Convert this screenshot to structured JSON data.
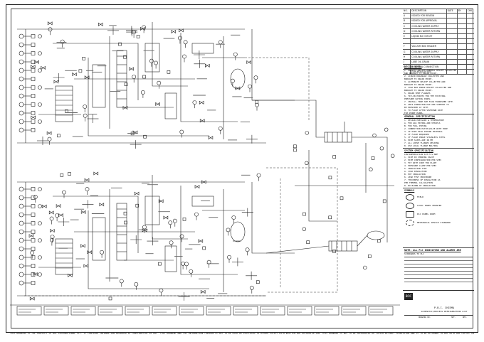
{
  "revisions": {
    "headers": [
      "NO.",
      "DESCRIPTION",
      "DATE",
      "BY",
      "CHK"
    ],
    "rows": [
      [
        "A",
        "ISSUED FOR REVIEW",
        "",
        "",
        ""
      ],
      [
        "B",
        "ISSUED FOR APPROVAL",
        "",
        "",
        ""
      ],
      [
        "C",
        "COOLING WATER SUPPLY",
        "",
        "",
        ""
      ],
      [
        "D",
        "COOLING WATER RETURN",
        "",
        "",
        ""
      ],
      [
        "E",
        "LIQUID N2 OUTLET",
        "",
        "",
        ""
      ],
      [
        "",
        "",
        "",
        "",
        ""
      ],
      [
        "F",
        "VACUUM BOX HEADER",
        "",
        "",
        ""
      ],
      [
        "G",
        "COOLING WATER SUPPLY",
        "",
        "",
        ""
      ],
      [
        "H",
        "COOLING WATER RETURN",
        "",
        "",
        ""
      ],
      [
        "J",
        "LUBE OIL DRAIN",
        "",
        "",
        ""
      ],
      [
        "K",
        "EXTERNAL CONNECTION",
        "",
        "",
        ""
      ],
      [
        "L",
        "FOR RESOLUTION",
        "",
        "",
        ""
      ]
    ]
  },
  "notes_design": {
    "title": "DESIGN NOTES",
    "lines": [
      "1. GRAVITY RELIEF/THERMAL RELIEF COLLECTED",
      "   AND BROUGHT TO DRAIN POINT.",
      "2. LIQUID DRAINAGE COLLECTED AND",
      "   BROUGHT TO DRAIN POINT.",
      "3. ALTERNATE RELIEF COLLECTED AND",
      "   BROUGHT TO DRAIN POINT.",
      "4. COLD BOX PURGE RELIEF COLLECTED AND",
      "   BROUGHT TO DRAIN POINT.",
      "5. DRAIN VENT FLANGES",
      "6. TIE-IN POINTS FOR THE EXISTING",
      "   PRESSURE RATING PANEL.",
      "7. INSTALL TRUE SEE FLOW FURNISHED SITE.",
      "8. ANTI-VIBRATION PAD AND SUPPORT TO",
      "   BE PROVIDED AT SITE.",
      "9. TO FLASH AFTER SHUTDOWN DATE",
      "   TIP POINT PANEL."
    ]
  },
  "notes_general": {
    "title": "GENERAL SPECIFICATION",
    "lines": [
      "1. DESIGN PRESSURE & TEMPERATURE",
      "   A. FOR GAS PIPING AND VESSELS",
      "   B. FOR FULL PIPING",
      "2. CONNECTION PATCH/VALVE WITH HOSE",
      "3. IF PIPE DIAG PIPING MATERIAL",
      "4. IF FLASH REQUIRED",
      "5. IF FLASH PURGE STAINLESS STEEL",
      "6. PIPE SIZES ARE IN MM",
      "7. ALL LOOSE FLANGES WELDING",
      "8. USE LOCAL FLANGE BOLTING"
    ]
  },
  "notes_system": {
    "title": "SYSTEM SPECIFICATION",
    "lines": [
      "INSTRUMENTATION         N.M.M.S.ARE",
      "1. SIZE IN SHOWING VALVE",
      "2. PIPE CONFIGURATION PER SPEC",
      "3. FIT WITH CODE FOR PLANT",
      "4. PRESSURE CLAMP PER SPEC",
      "5. INSULATION TYPE",
      "   A. COLD INSULATION",
      "   B. HOT INSULATION",
      "6. LEAK TEST PROCEDURE",
      "7. THICKNESS OF INSULATION AS",
      "   PER THERMAL CALCULATION",
      "8. NO BLOWN OF INSULATION"
    ]
  },
  "legend": {
    "title": "SYMBOLS",
    "items": [
      "FIELD",
      "LOCAL PANEL MOUNTED",
      "PLC PANEL ROOM",
      "MECHANICAL DEVICE STANDARD"
    ]
  },
  "notes_alarm": {
    "title": "NOTE: ALL PLC INDICATING AND ALARMS ARE",
    "lines": [
      "   STANDARDS TO PLC"
    ]
  },
  "title_block": {
    "logo": "BOC",
    "company": "P.B.I. CHIEMA",
    "title": "SCHEMATIC/PROCESS REFRIGERATION LIST",
    "drawing_no_label": "DRAWING NO.",
    "sheet_label": "SHT.",
    "rev_label": "REV."
  },
  "disclaimer": "THIS DRAWING IS THE PROPERTY OF BOC INTERNATIONAL PLC. IT CONTAINS INFORMATION REGARDED AS CONFIDENTIAL BY BOC. THIS DRAWING AND THE INFORMATION THEREON IS NOT TO BE USED OR DISCLOSED TO OTHERS EXCEPT WITH WRITTEN BOC AUTHORIZATION. THIS DRAWING IS NOT TO BE REPRODUCED OR COPIED WITHOUT PERMISSION AND IS TO BE RETURNED TO BOC WITH ANY COPIES THEREOF ON COMPLETION OF PURPOSE."
}
